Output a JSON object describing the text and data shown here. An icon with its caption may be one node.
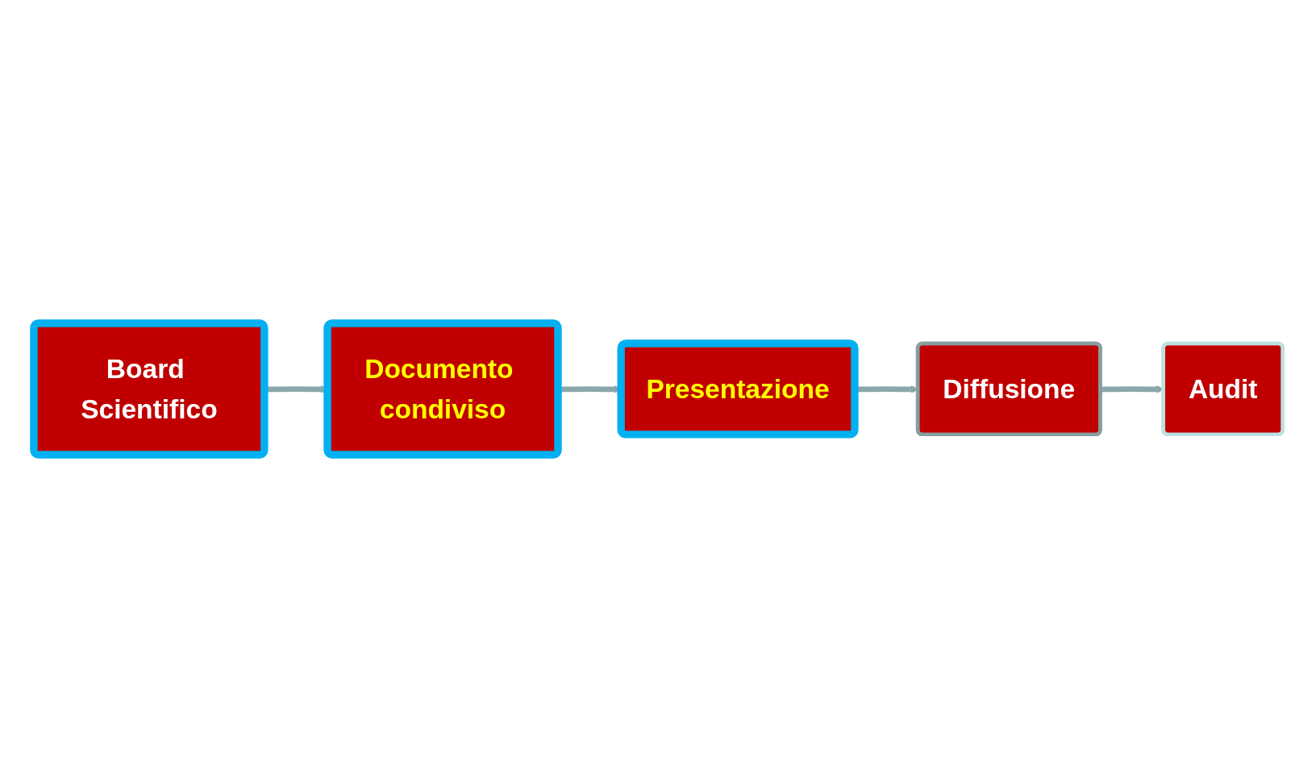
{
  "diagram": {
    "nodes": [
      {
        "text": [
          "Board Scientifico"
        ]
      },
      {
        "text": [
          "Documento condiviso"
        ]
      },
      {
        "text": [
          "Presentazione"
        ]
      },
      {
        "text": [
          "Diffusione"
        ]
      },
      {
        "text": [
          "Audit"
        ]
      }
    ],
    "edges": [
      {
        "from": 0,
        "to": 1,
        "arrow": "to"
      },
      {
        "from": 1,
        "to": 2,
        "arrow": "to"
      },
      {
        "from": 2,
        "to": 3,
        "arrow": "to"
      },
      {
        "from": 3,
        "to": 4,
        "arrow": "to"
      }
    ]
  }
}
